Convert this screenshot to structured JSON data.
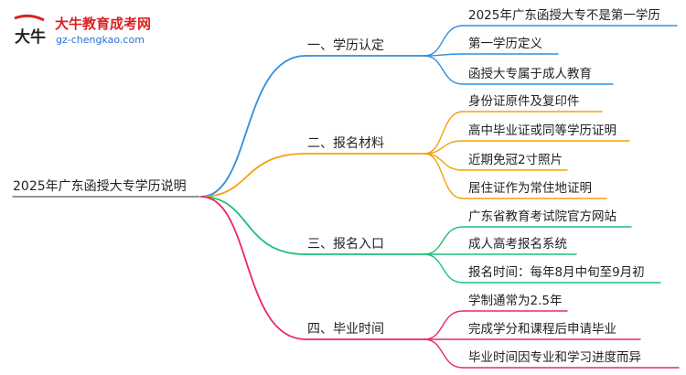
{
  "logo": {
    "title": "大牛教育成考网",
    "url": "gz-chengkao.com",
    "mark_text": "大牛",
    "colors": {
      "title": "#d92323",
      "url": "#2a6fd6"
    }
  },
  "mindmap": {
    "root": "2025年广东函授大专学历说明",
    "branches": [
      {
        "label": "一、学历认定",
        "color": "#2f8fe0",
        "leaves": [
          "2025年广东函授大专不是第一学历",
          "第一学历定义",
          "函授大专属于成人教育"
        ]
      },
      {
        "label": "二、报名材料",
        "color": "#f2a20c",
        "leaves": [
          "身份证原件及复印件",
          "高中毕业证或同等学历证明",
          "近期免冠2寸照片",
          "居住证作为常住地证明"
        ]
      },
      {
        "label": "三、报名入口",
        "color": "#1fbf78",
        "leaves": [
          "广东省教育考试院官方网站",
          "成人高考报名系统",
          "报名时间：每年8月中旬至9月初"
        ]
      },
      {
        "label": "四、毕业时间",
        "color": "#e8286a",
        "leaves": [
          "学制通常为2.5年",
          "完成学分和课程后申请毕业",
          "毕业时间因专业和学习进度而异"
        ]
      }
    ]
  }
}
